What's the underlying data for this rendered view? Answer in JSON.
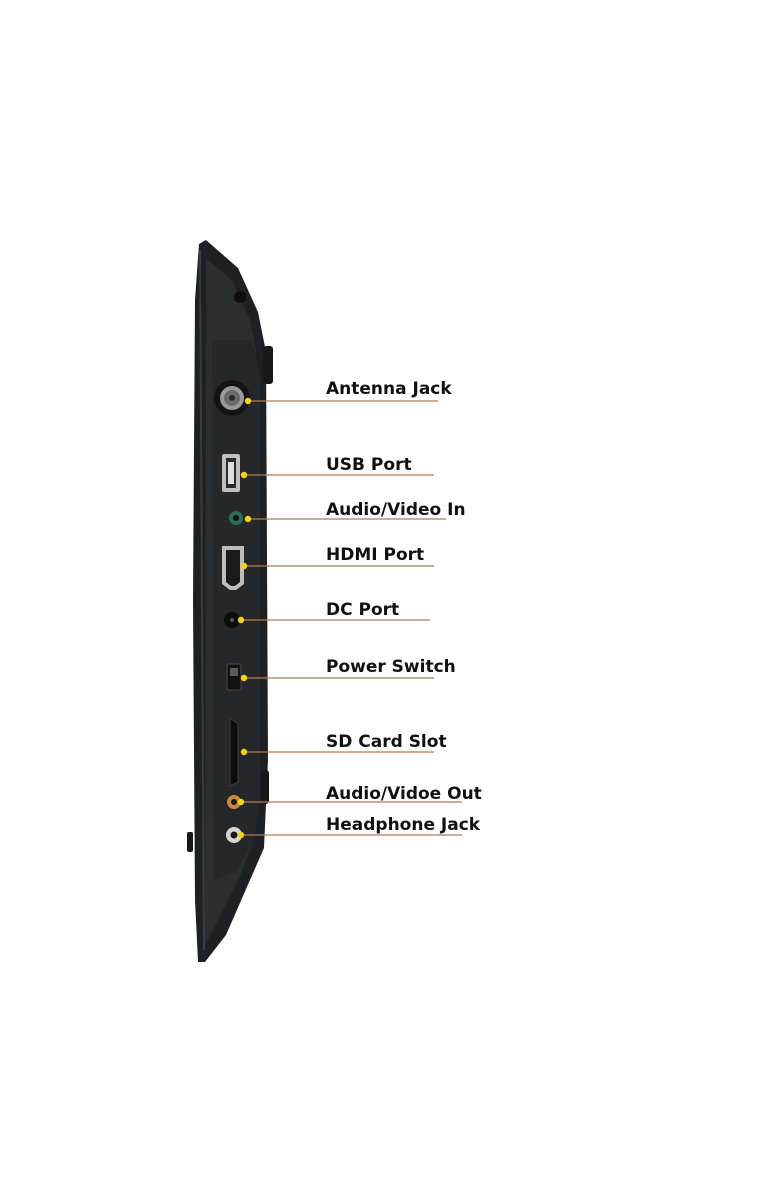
{
  "diagram": {
    "device": "portable-tv-side-panel",
    "leader_color": "#b07a55",
    "dot_color": "#f2d21b",
    "labels": [
      {
        "id": "antenna-jack",
        "text": "Antenna Jack"
      },
      {
        "id": "usb-port",
        "text": "USB Port"
      },
      {
        "id": "audio-video-in",
        "text": "Audio/Video In"
      },
      {
        "id": "hdmi-port",
        "text": "HDMI Port"
      },
      {
        "id": "dc-port",
        "text": "DC Port"
      },
      {
        "id": "power-switch",
        "text": "Power Switch"
      },
      {
        "id": "sd-card-slot",
        "text": "SD Card Slot"
      },
      {
        "id": "audio-video-out",
        "text": "Audio/Vidoe Out"
      },
      {
        "id": "headphone-jack",
        "text": "Headphone Jack"
      }
    ]
  }
}
